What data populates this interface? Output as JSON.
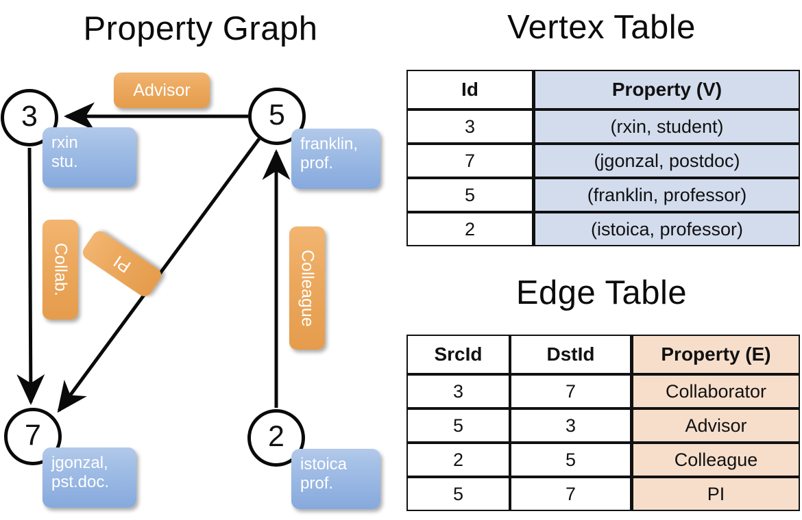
{
  "titles": {
    "property_graph": "Property Graph",
    "vertex_table": "Vertex Table",
    "edge_table": "Edge Table"
  },
  "colors": {
    "node_stroke": "#0a0a0a",
    "vertex_box": "#a0bde5",
    "edge_box": "#eca95f",
    "vertex_table_property_fill": "#d2dced",
    "edge_table_property_fill": "#f6decb",
    "table_border": "#111111",
    "background": "#ffffff"
  },
  "graph": {
    "nodes": [
      {
        "id": "3",
        "property_lines": [
          "rxin",
          "stu."
        ]
      },
      {
        "id": "5",
        "property_lines": [
          "franklin,",
          "prof."
        ]
      },
      {
        "id": "7",
        "property_lines": [
          "jgonzal,",
          "pst.doc."
        ]
      },
      {
        "id": "2",
        "property_lines": [
          "istoica",
          "prof."
        ]
      }
    ],
    "edge_labels": [
      {
        "text": "Advisor",
        "orientation": "horizontal"
      },
      {
        "text": "Collab.",
        "orientation": "vertical"
      },
      {
        "text": "PI",
        "orientation": "rotated"
      },
      {
        "text": "Colleague",
        "orientation": "vertical"
      }
    ]
  },
  "vertex_table": {
    "headers": [
      "Id",
      "Property (V)"
    ],
    "rows": [
      {
        "id": "3",
        "property": "(rxin, student)"
      },
      {
        "id": "7",
        "property": "(jgonzal, postdoc)"
      },
      {
        "id": "5",
        "property": "(franklin, professor)"
      },
      {
        "id": "2",
        "property": "(istoica, professor)"
      }
    ]
  },
  "edge_table": {
    "headers": [
      "SrcId",
      "DstId",
      "Property (E)"
    ],
    "rows": [
      {
        "src": "3",
        "dst": "7",
        "property": "Collaborator"
      },
      {
        "src": "5",
        "dst": "3",
        "property": "Advisor"
      },
      {
        "src": "2",
        "dst": "5",
        "property": "Colleague"
      },
      {
        "src": "5",
        "dst": "7",
        "property": "PI"
      }
    ]
  }
}
